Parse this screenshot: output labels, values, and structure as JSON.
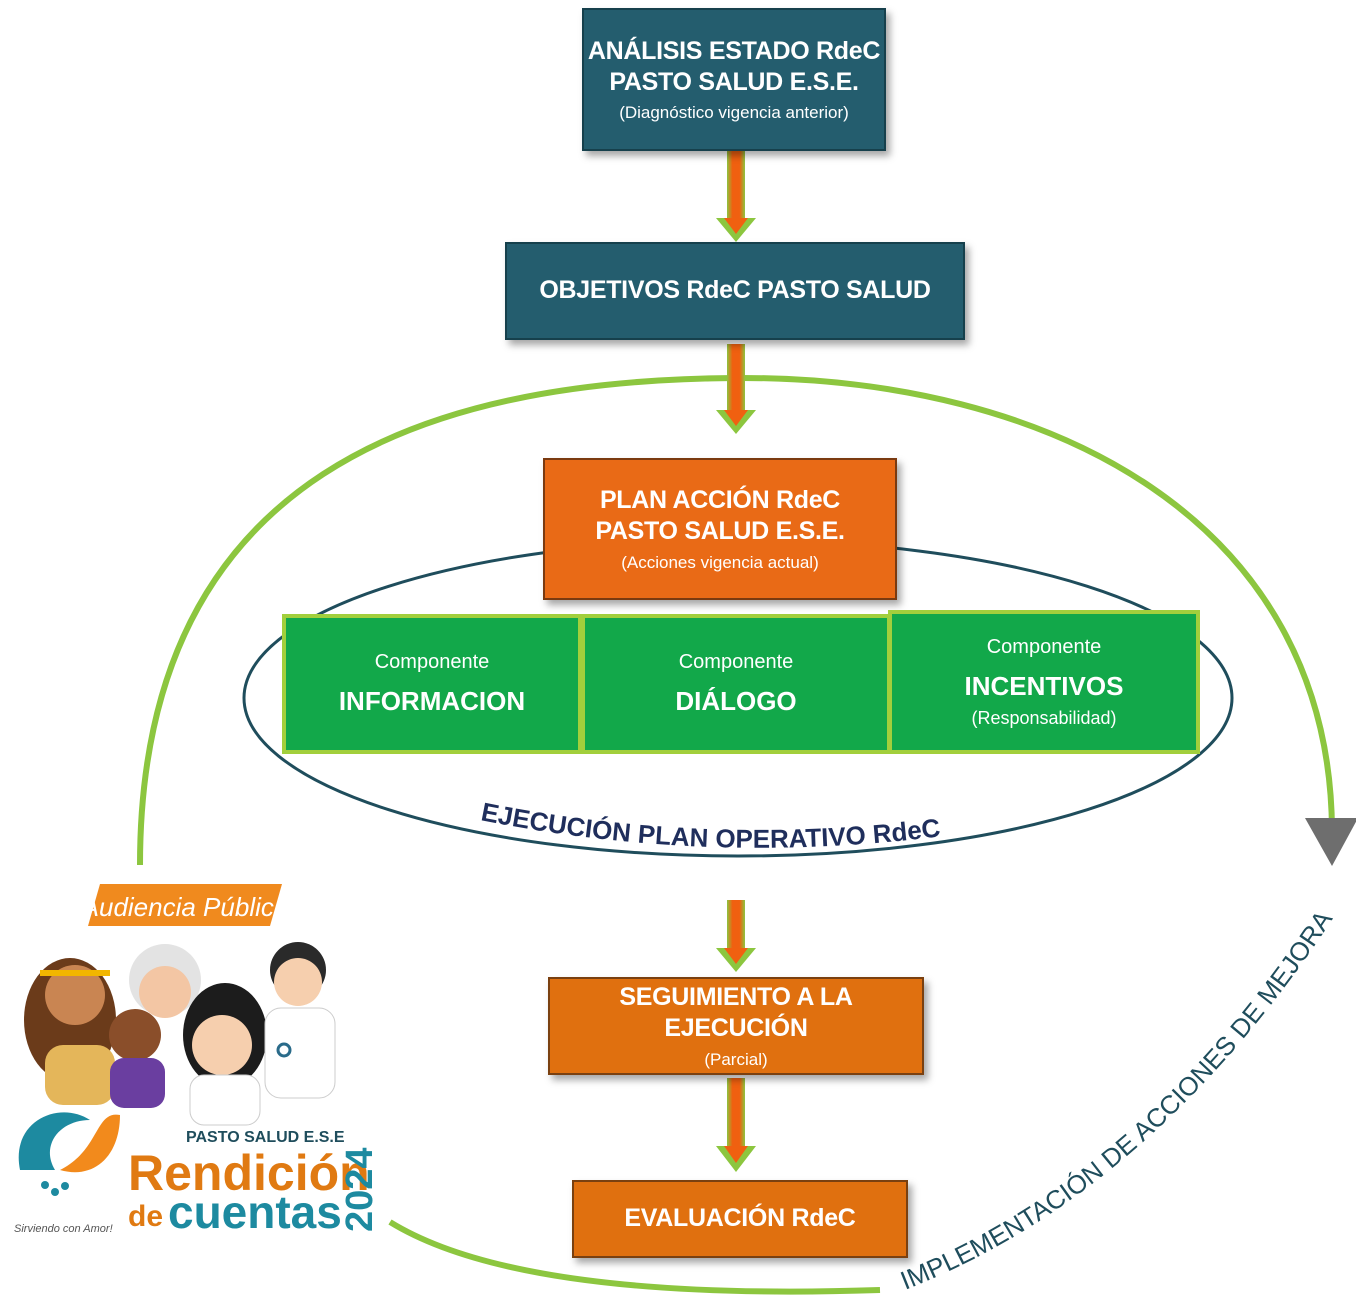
{
  "boxes": {
    "analisis": {
      "title_line1": "ANÁLISIS  ESTADO RdeC",
      "title_line2": "PASTO SALUD E.S.E.",
      "subtitle": "(Diagnóstico vigencia anterior)"
    },
    "objetivos": {
      "title": "OBJETIVOS RdeC  PASTO SALUD"
    },
    "plan_accion": {
      "title_line1": "PLAN ACCIÓN RdeC",
      "title_line2": "PASTO SALUD E.S.E.",
      "subtitle": "(Acciones vigencia actual)"
    },
    "seguimiento": {
      "title": "SEGUIMIENTO A LA EJECUCIÓN",
      "subtitle": "(Parcial)"
    },
    "evaluacion": {
      "title": "EVALUACIÓN RdeC"
    }
  },
  "components": [
    {
      "prefix": "Componente",
      "name": "INFORMACION",
      "detail": ""
    },
    {
      "prefix": "Componente",
      "name": "DIÁLOGO",
      "detail": ""
    },
    {
      "prefix": "Componente",
      "name": "INCENTIVOS",
      "detail": "(Responsabilidad)"
    }
  ],
  "ellipse_label": "EJECUCIÓN PLAN OPERATIVO RdeC",
  "loop_label": "IMPLEMENTACIÓN DE ACCIONES DE MEJORA",
  "logo": {
    "banner": "Audiencia Pública",
    "org": "PASTO SALUD E.S.E",
    "word1": "Rendición",
    "word2": "de",
    "word3": "cuentas",
    "year": "2024",
    "slogan": "Sirviendo con Amor!"
  },
  "colors": {
    "teal": "#245d6e",
    "orange": "#e96a16",
    "green": "#12a84a",
    "lime": "#8cc63f",
    "navy": "#1f2e5c"
  }
}
